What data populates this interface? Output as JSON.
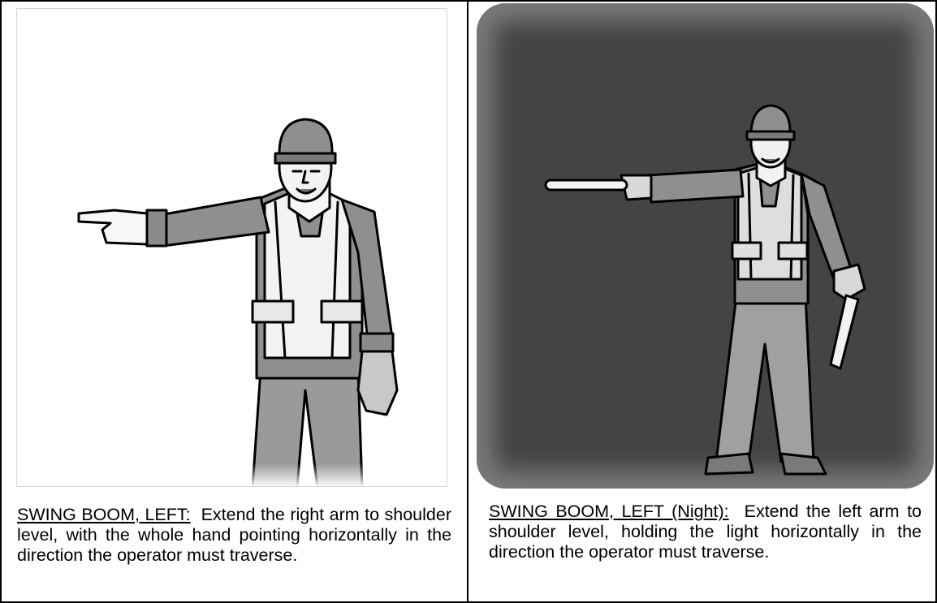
{
  "panels": [
    {
      "title": "SWING BOOM, LEFT:",
      "description": "Extend the right arm to shoulder level, with the whole hand pointing horizontally in the direction the operator must traverse."
    },
    {
      "title": "SWING BOOM, LEFT (Night):",
      "description": "Extend the left arm to shoulder level, holding the light horizontally in the direction the operator must traverse."
    }
  ],
  "colors": {
    "border": "#000000",
    "figure_dark": "#8a8a8a",
    "figure_light": "#bdbdbd",
    "night_background": "#444444"
  }
}
